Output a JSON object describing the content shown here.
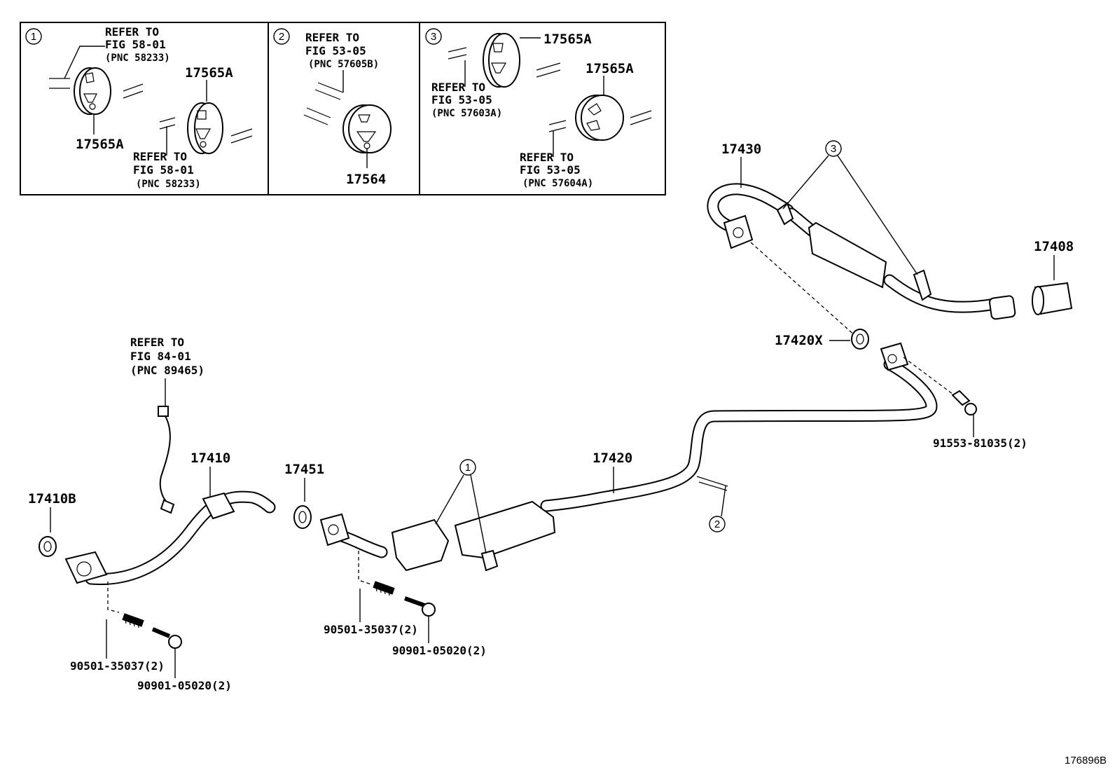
{
  "detail_boxes": [
    {
      "number": "1",
      "refer_a": {
        "line1": "REFER TO",
        "line2": "FIG 58-01",
        "line3": "(PNC 58233)"
      },
      "refer_b": {
        "line1": "REFER TO",
        "line2": "FIG 58-01",
        "line3": "(PNC 58233)"
      },
      "part_a": "17565A",
      "part_b": "17565A"
    },
    {
      "number": "2",
      "refer_a": {
        "line1": "REFER TO",
        "line2": "FIG 53-05",
        "line3": "(PNC 57605B)"
      },
      "part_a": "17564"
    },
    {
      "number": "3",
      "refer_a": {
        "line1": "REFER TO",
        "line2": "FIG 53-05",
        "line3": "(PNC 57603A)"
      },
      "refer_b": {
        "line1": "REFER TO",
        "line2": "FIG 53-05",
        "line3": "(PNC 57604A)"
      },
      "part_a": "17565A",
      "part_b": "17565A"
    }
  ],
  "parts": {
    "p17430": "17430",
    "p17408": "17408",
    "p17420x": "17420X",
    "p91553": "91553-81035(2)",
    "p17420": "17420",
    "p17451": "17451",
    "p17410": "17410",
    "p17410b": "17410B",
    "gasket_left": "90501-35037(2)",
    "bolt_left": "90901-05020(2)",
    "gasket_mid": "90501-35037(2)",
    "bolt_mid": "90901-05020(2)"
  },
  "sensor_ref": {
    "line1": "REFER TO",
    "line2": "FIG 84-01",
    "line3": "(PNC 89465)"
  },
  "callouts": {
    "c1": "1",
    "c2": "2",
    "c3": "3"
  },
  "diagram_id": "176896B"
}
